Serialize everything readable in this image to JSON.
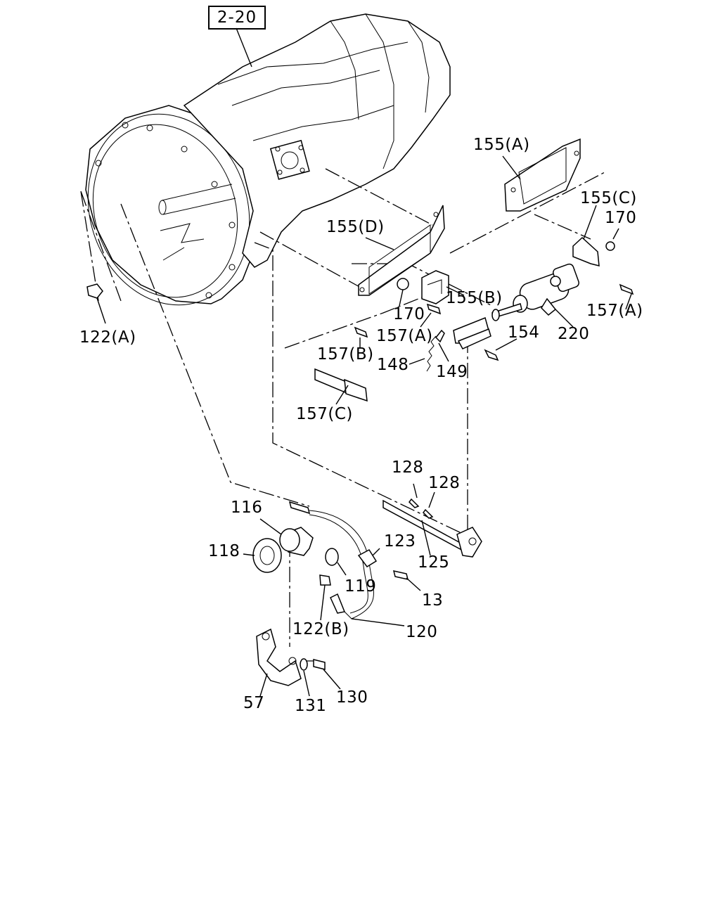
{
  "reference": "2-20",
  "callouts": {
    "p155a": "155(A)",
    "p155c": "155(C)",
    "p170a": "170",
    "p155d": "155(D)",
    "p155b": "155(B)",
    "p170b": "170",
    "p157a1": "157(A)",
    "p157a2": "157(A)",
    "p220": "220",
    "p154": "154",
    "p122a": "122(A)",
    "p157b": "157(B)",
    "p148": "148",
    "p149": "149",
    "p157c": "157(C)",
    "p128a": "128",
    "p128b": "128",
    "p116": "116",
    "p118": "118",
    "p123": "123",
    "p125": "125",
    "p119": "119",
    "p13": "13",
    "p122b": "122(B)",
    "p120": "120",
    "p57": "57",
    "p131": "131",
    "p130": "130"
  }
}
